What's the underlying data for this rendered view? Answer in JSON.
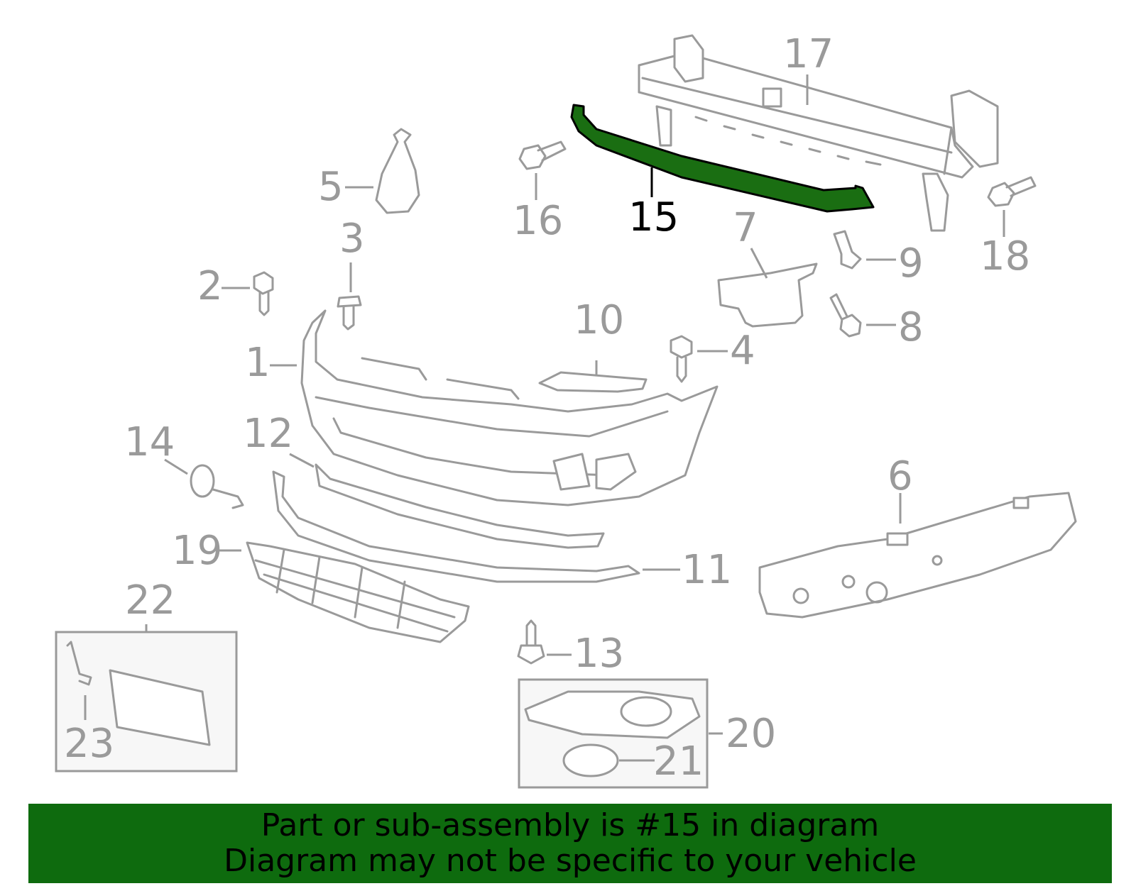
{
  "highlight_color": "#1a6e12",
  "banner_color": "#0e6b0e",
  "highlighted_part": "15",
  "callouts": [
    "1",
    "2",
    "3",
    "4",
    "5",
    "6",
    "7",
    "8",
    "9",
    "10",
    "11",
    "12",
    "13",
    "14",
    "15",
    "16",
    "17",
    "18",
    "19",
    "20",
    "21",
    "22",
    "23"
  ],
  "banner": {
    "line1": "Part or sub-assembly is #15 in diagram",
    "line2": "Diagram may not be specific to your vehicle"
  }
}
